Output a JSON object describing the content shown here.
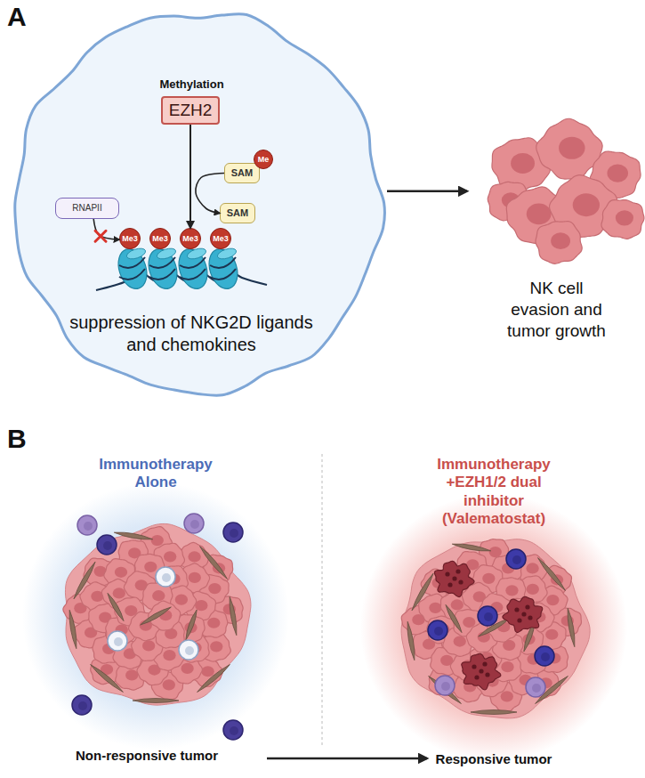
{
  "diagram": {
    "nodes": [
      {
        "text": [
          "suppression of NKG2D ligands and chemokines"
        ]
      },
      {
        "text": [
          "EZH2"
        ],
        "in": 0
      },
      {
        "text": [
          "SAM"
        ],
        "in": 0
      },
      {
        "text": [
          "Me"
        ],
        "in": 0
      },
      {
        "text": [
          "RNAPII"
        ],
        "in": 0
      },
      {
        "text": [
          "SAM"
        ],
        "in": 0
      },
      {
        "text": [
          "Me3"
        ],
        "in": 0
      },
      {
        "text": [
          "Me3"
        ],
        "in": 0
      },
      {
        "text": [
          "Me3"
        ],
        "in": 0
      },
      {
        "text": [
          "Me3"
        ],
        "in": 0
      },
      {
        "text": [
          "NK cell evasion and tumor growth"
        ]
      },
      {
        "text": [
          "Immunotherapy Alone",
          "Non-responsive tumor"
        ]
      },
      {
        "text": [
          "Immunotherapy +EZH1/2 dual inhibitor (Valematostat)",
          "Responsive tumor"
        ]
      }
    ],
    "edges": [
      {
        "from": 0,
        "to": 10,
        "arrow": "to"
      },
      {
        "from": 1,
        "to": 8,
        "arrow": "to"
      },
      {
        "from": 2,
        "to": 5,
        "arrow": "to"
      },
      {
        "from": 4,
        "to": 6,
        "arrow": "to"
      },
      {
        "from": 11,
        "to": 12,
        "arrow": "to"
      }
    ],
    "labels": [
      "A",
      "Methylation",
      "B"
    ]
  }
}
